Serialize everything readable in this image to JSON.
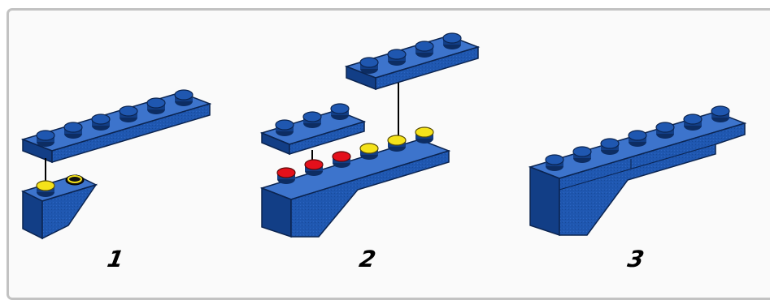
{
  "steps": [
    {
      "number": "1"
    },
    {
      "number": "2"
    },
    {
      "number": "3"
    }
  ],
  "colors": {
    "brick_blue": "#1f57b0",
    "brick_dark": "#123e86",
    "brick_light": "#3d74cc",
    "stud_red": "#e3101b",
    "stud_yellow": "#f4e21a",
    "frame_border": "#c2c2c2"
  }
}
